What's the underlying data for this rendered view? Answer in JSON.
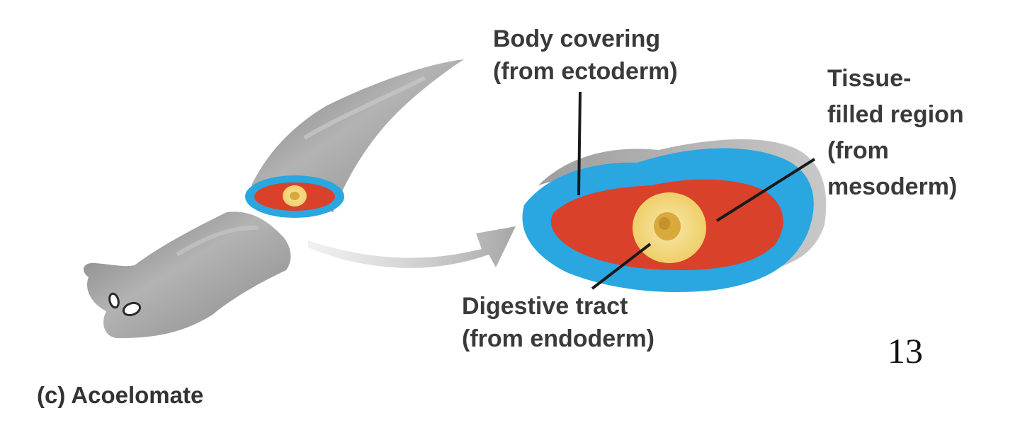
{
  "labels": {
    "body_covering": [
      "Body covering",
      "(from ectoderm)"
    ],
    "tissue_region": [
      "Tissue-",
      "filled region",
      "(from",
      "mesoderm)"
    ],
    "digestive_tract": [
      "Digestive tract",
      "(from endoderm)"
    ],
    "caption": "(c) Acoelomate"
  },
  "page_number": "13",
  "colors": {
    "body_gray": "#9b9b9b",
    "ectoderm_blue": "#2aa6e0",
    "mesoderm_red": "#d9412b",
    "endoderm_yellow": "#f4dc8a",
    "gut_core": "#d9a93c",
    "leader_line": "#1a1a1a",
    "arrow_gray": "#b5b5b5"
  }
}
